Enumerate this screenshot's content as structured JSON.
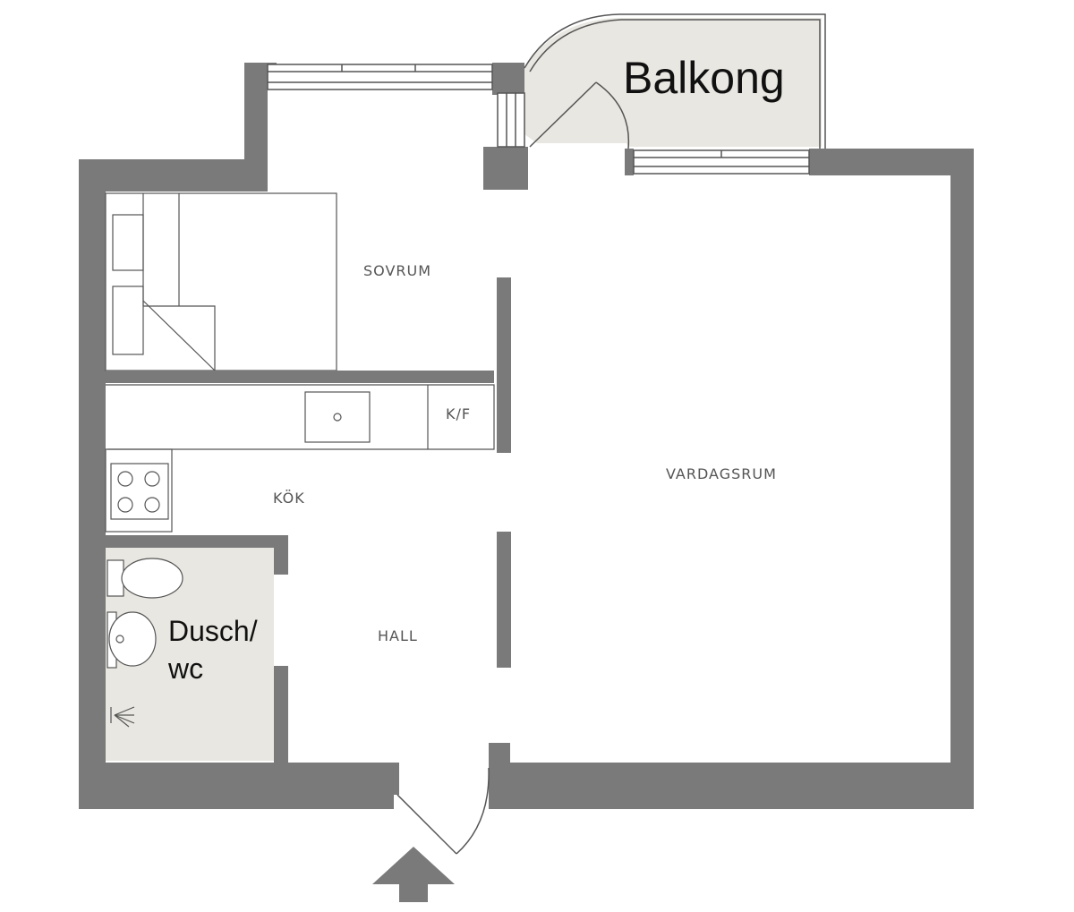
{
  "plan": {
    "labels": {
      "balcony": "Balkong",
      "bedroom": "SOVRUM",
      "fridge_freezer": "K/F",
      "kitchen": "KÖK",
      "living_room": "VARDAGSRUM",
      "hall": "HALL",
      "bathroom_line1": "Dusch/",
      "bathroom_line2": "wc"
    },
    "colors": {
      "wall": "#7a7a7a",
      "wet_room_floor": "#e9e7e1",
      "balcony_floor": "#e9e7e1",
      "fixture_line": "#555555",
      "label_text": "#555555",
      "big_label_text": "#111111"
    },
    "entrance_marker": "arrow-up"
  }
}
